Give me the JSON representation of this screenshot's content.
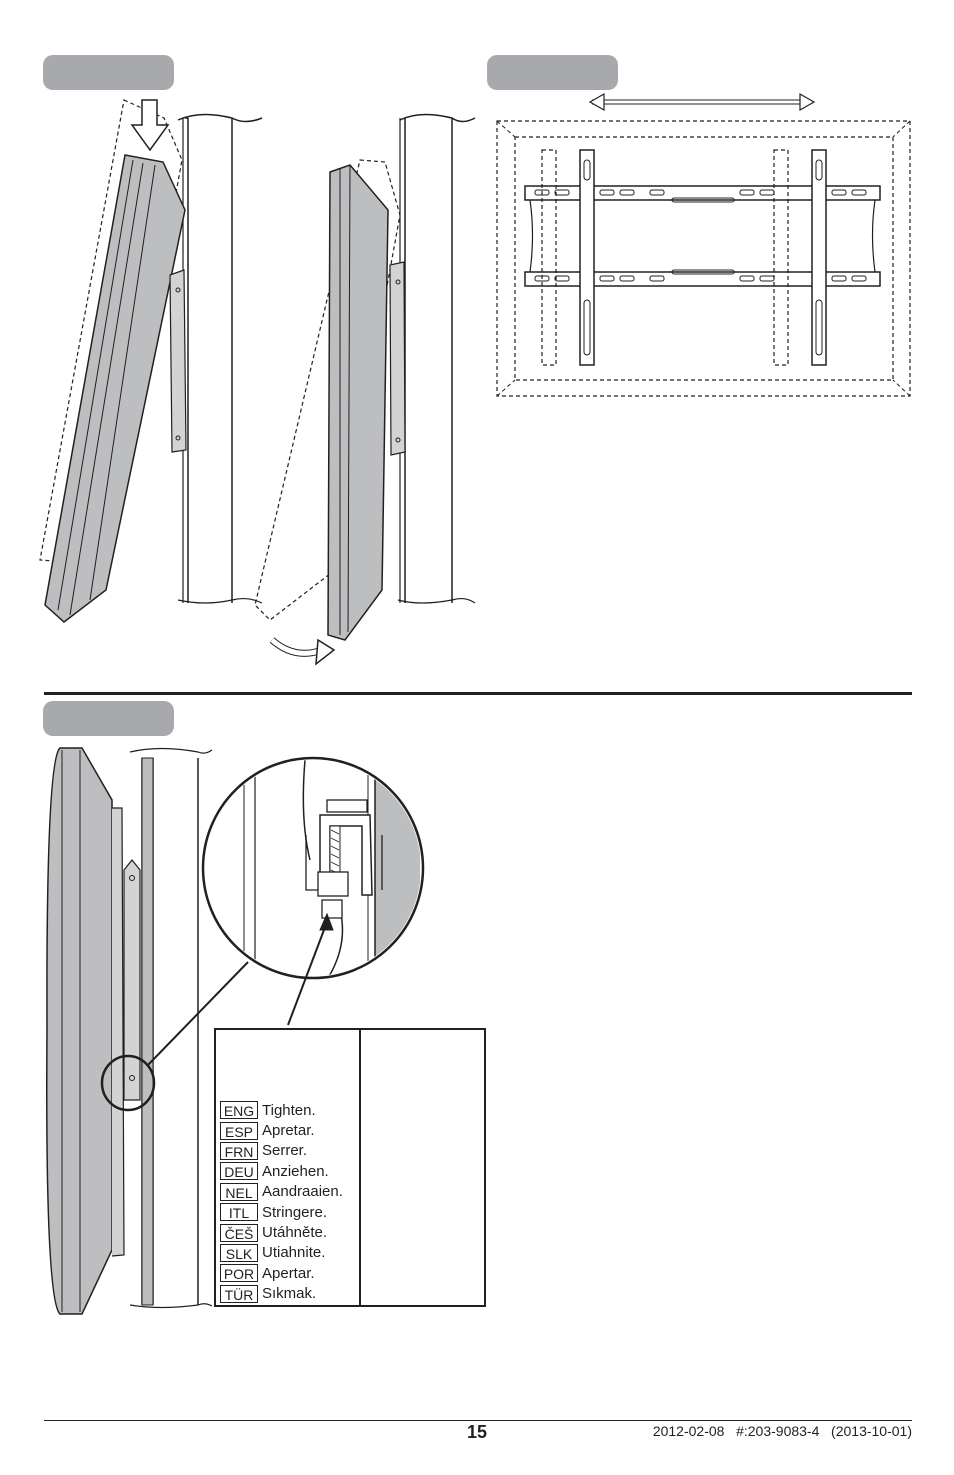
{
  "warning": {
    "icon": "warning-triangle-icon",
    "items": [
      {
        "code": "ENG",
        "text": "Tighten."
      },
      {
        "code": "ESP",
        "text": "Apretar."
      },
      {
        "code": "FRN",
        "text": "Serrer."
      },
      {
        "code": "DEU",
        "text": "Anziehen."
      },
      {
        "code": "NEL",
        "text": "Aandraaien."
      },
      {
        "code": "ITL",
        "text": "Stringere."
      },
      {
        "code": "ČEŠ",
        "text": "Utáhněte."
      },
      {
        "code": "SLK",
        "text": "Utiahnite."
      },
      {
        "code": "POR",
        "text": "Apertar."
      },
      {
        "code": "TÜR",
        "text": "Sıkmak."
      }
    ],
    "prohibited_icon": "no-overtighten-screwdriver-icon"
  },
  "footer": {
    "page_number": "15",
    "doc_info": "2012-02-08   #:203-9083-4   (2013-10-01)"
  },
  "colors": {
    "tab_gray": "#a7a9ac",
    "tv_gray": "#bcbec0",
    "line": "#231f20"
  }
}
